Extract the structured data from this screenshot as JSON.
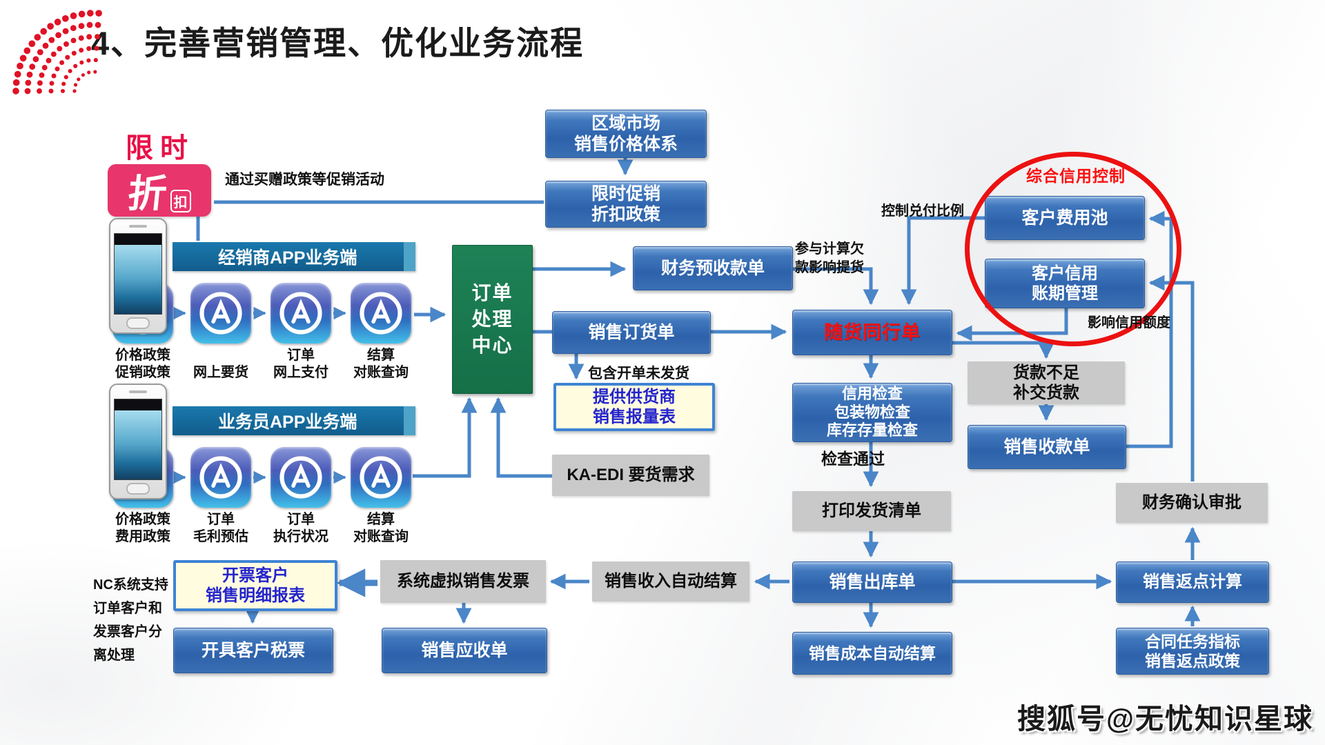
{
  "title": "4、完善营销管理、优化业务流程",
  "promo_logo": {
    "top": "限时",
    "main": "折",
    "sub": "扣"
  },
  "promo_note": "通过买赠政策等促销活动",
  "app_sections": [
    {
      "header": "经销商APP业务端",
      "labels": [
        [
          "价格政策",
          "促销政策"
        ],
        [
          "",
          "网上要货"
        ],
        [
          "订单",
          "网上支付"
        ],
        [
          "结算",
          "对账查询"
        ]
      ]
    },
    {
      "header": "业务员APP业务端",
      "labels": [
        [
          "价格政策",
          "费用政策"
        ],
        [
          "订单",
          "毛利预估"
        ],
        [
          "订单",
          "执行状况"
        ],
        [
          "结算",
          "对账查询"
        ]
      ]
    }
  ],
  "center": {
    "lines": [
      "订单",
      "处理",
      "中心"
    ]
  },
  "boxes": {
    "region_market": [
      "区域市场",
      "销售价格体系"
    ],
    "flash_promo": [
      "限时促销",
      "折扣政策"
    ],
    "finance_advance": [
      "财务预收款单"
    ],
    "sales_order": [
      "销售订货单"
    ],
    "supplier_report": [
      "提供供货商",
      "销售报量表"
    ],
    "ka_edi": [
      "KA-EDI 要货需求"
    ],
    "delivery_note": [
      "随货同行单"
    ],
    "credit_check": [
      "信用检查",
      "包装物检查",
      "库存存量检查"
    ],
    "print_list": [
      "打印发货清单"
    ],
    "stock_out": [
      "销售出库单"
    ],
    "cost_settle": [
      "销售成本自动结算"
    ],
    "income_settle": [
      "销售收入自动结算"
    ],
    "virtual_invoice": [
      "系统虚拟销售发票"
    ],
    "invoice_report": [
      "开票客户",
      "销售明细报表"
    ],
    "tax_invoice": [
      "开具客户税票"
    ],
    "receivable": [
      "销售应收单"
    ],
    "expense_pool": [
      "客户费用池"
    ],
    "credit_terms": [
      "客户信用",
      "账期管理"
    ],
    "payment_short": [
      "货款不足",
      "补交货款"
    ],
    "receipt_note": [
      "销售收款单"
    ],
    "finance_confirm": [
      "财务确认审批"
    ],
    "rebate_calc": [
      "销售返点计算"
    ],
    "contract_rebate": [
      "合同任务指标",
      "销售返点政策"
    ]
  },
  "annotations": {
    "credit_control": "综合信用控制",
    "control_ratio": "控制兑付比例",
    "affect_credit": "影响信用额度",
    "join_calc": [
      "参与计算欠",
      "款影响提货"
    ],
    "include_unshipped": "包含开单未发货",
    "check_passed": "检查通过",
    "nc_note": [
      "NC系统支持",
      "订单客户和",
      "发票客户分",
      "离处理"
    ]
  },
  "watermark": "搜狐号@无忧知识星球",
  "colors": {
    "arrow": "#4a86c8",
    "box_blue": "#3a70b4",
    "box_green": "#1a7a4e",
    "bar_teal": "#16699b",
    "highlight_red": "#ff0f0f",
    "promo_pink": "#e8356b"
  }
}
